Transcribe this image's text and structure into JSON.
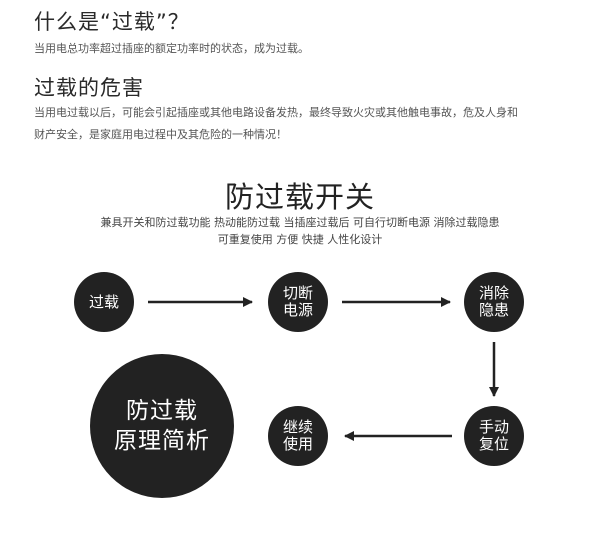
{
  "intro": {
    "heading": "什么是“过载”？",
    "desc": "当用电总功率超过插座的额定功率时的状态，成为过载。"
  },
  "danger": {
    "heading": "过载的危害",
    "desc_line1": "当用电过载以后，可能会引起插座或其他电路设备发热，最终导致火灾或其他触电事故，危及人身和",
    "desc_line2": "财产安全，是家庭用电过程中及其危险的一种情况！"
  },
  "feature": {
    "title": "防过载开关",
    "sub_line1": "兼具开关和防过载功能  热动能防过载  当插座过载后  可自行切断电源  消除过载隐患",
    "sub_line2": "可重复使用  方便  快捷  人性化设计"
  },
  "flow": {
    "n1": [
      "过载"
    ],
    "n2": [
      "切断",
      "电源"
    ],
    "n3": [
      "消除",
      "隐患"
    ],
    "n4": [
      "手动",
      "复位"
    ],
    "n5": [
      "继续",
      "使用"
    ],
    "big": [
      "防过载",
      "原理简析"
    ]
  },
  "colors": {
    "node": "#222222",
    "arrow": "#222222",
    "node_text": "#ffffff"
  }
}
